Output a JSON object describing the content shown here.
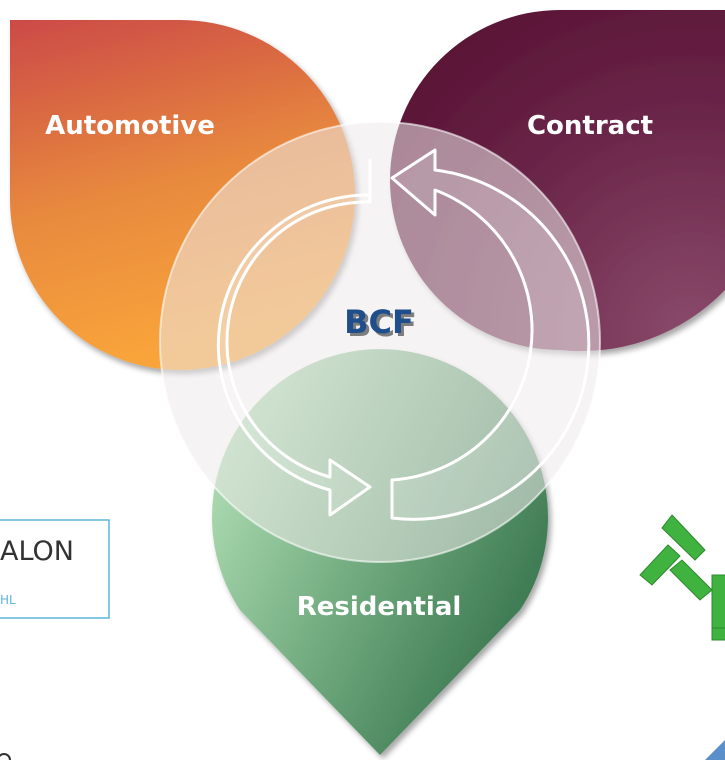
{
  "diagram": {
    "center_label": "BCF",
    "segments": [
      {
        "key": "automotive",
        "label": "Automotive"
      },
      {
        "key": "contract",
        "label": "Contract"
      },
      {
        "key": "residential",
        "label": "Residential"
      }
    ]
  },
  "logos": {
    "left_text": "ALON",
    "left_subtext": "HL"
  },
  "colors": {
    "automotive_top": "#cc4a47",
    "automotive_bottom": "#f9a43a",
    "contract_dark": "#5a1436",
    "contract_light": "#8a4a6b",
    "residential_light": "#b3e0b7",
    "residential_dark": "#2e6b45",
    "center_text": "#1f4e8c",
    "logo_green": "#3fb23f"
  }
}
